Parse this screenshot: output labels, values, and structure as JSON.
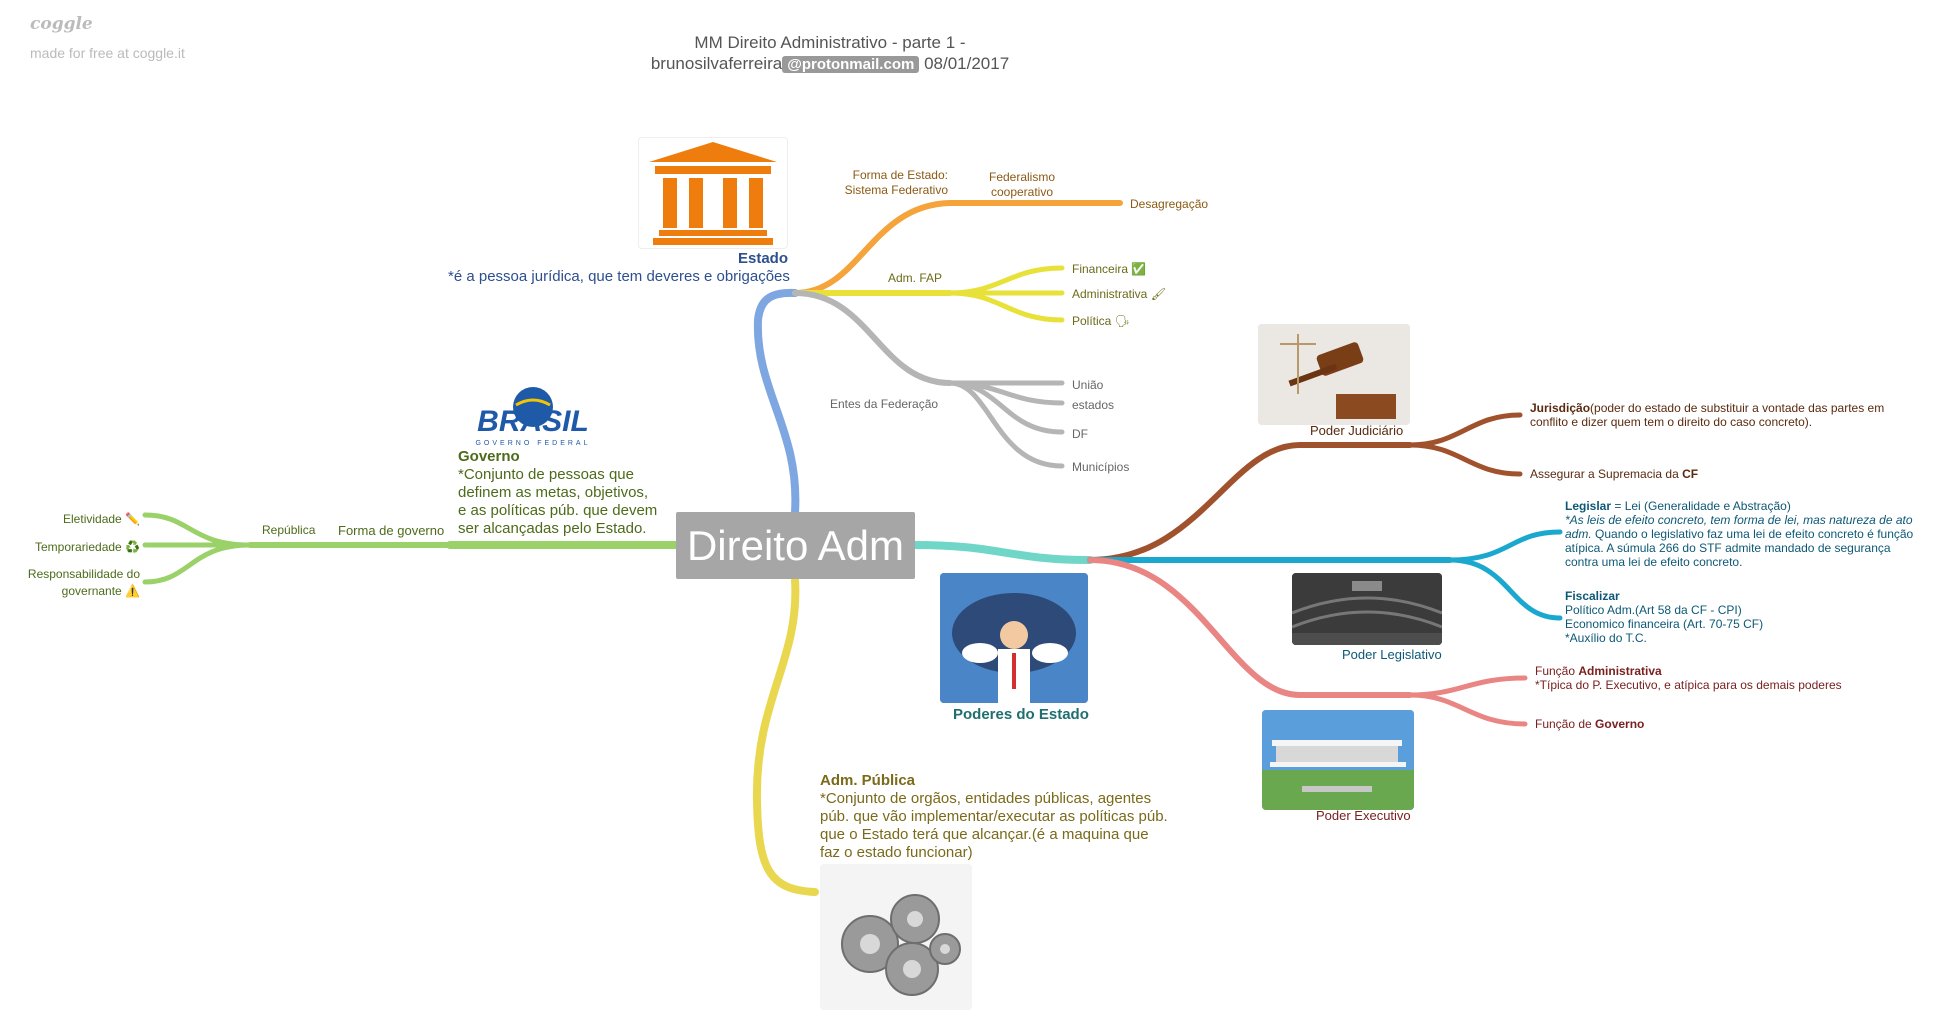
{
  "brand": {
    "name": "coggle",
    "tagline": "made for free at coggle.it"
  },
  "title": {
    "line1": "MM Direito Administrativo - parte 1 -",
    "user": "brunosilvaferreira",
    "email": "@protonmail.com",
    "date": "08/01/2017"
  },
  "central": {
    "label": "Direito Adm"
  },
  "colors": {
    "estado": "#f5a33b",
    "fap": "#e7e13a",
    "entes": "#b5b5b5",
    "blue": "#7ea6e0",
    "governo": "#9bd169",
    "adm": "#e9d84f",
    "teal": "#6fd6c8",
    "judiciario": "#a0522d",
    "legislativo": "#1aa8cf",
    "executivo": "#e98582"
  },
  "estado": {
    "heading": "Estado",
    "desc": "*é a pessoa jurídica, que tem deveres e obrigações",
    "forma_estado": "Forma de Estado:",
    "sistema": "Sistema Federativo",
    "federalismo1": "Federalismo",
    "federalismo2": "cooperativo",
    "desagregacao": "Desagregação",
    "adm_fap": "Adm. FAP",
    "fap_items": [
      "Financeira ✅",
      "Administrativa 🖌",
      "Política 🗣"
    ],
    "entes": "Entes da Federação",
    "entes_items": [
      "União",
      "estados",
      "DF",
      "Municípios"
    ]
  },
  "governo": {
    "logo_text": "BRASIL",
    "logo_sub": "GOVERNO FEDERAL",
    "heading": "Governo",
    "desc": [
      "*Conjunto de pessoas que",
      "definem as metas, objetivos,",
      "e as políticas púb. que devem",
      "ser alcançadas pelo Estado."
    ],
    "forma": "Forma de governo",
    "republica": "República",
    "items": [
      "Eletividade ✏️",
      "Temporariedade ♻️",
      "Responsabilidade do",
      "governante ⚠️"
    ]
  },
  "adm_publica": {
    "heading": "Adm. Pública",
    "desc": [
      "*Conjunto de orgãos, entidades públicas, agentes",
      "púb. que vão implementar/executar as políticas púb.",
      "que o Estado terá que alcançar.(é a maquina que",
      "faz o estado funcionar)"
    ]
  },
  "poderes": {
    "heading": "Poderes do Estado",
    "judiciario": {
      "label": "Poder Judiciário",
      "juris_bold": "Jurisdição",
      "juris_text1": "(poder do estado de substituir a vontade das partes em",
      "juris_text2": "conflito e dizer quem tem o direito do caso concreto).",
      "assegurar": "Assegurar a Supremacia da ",
      "cf": "CF"
    },
    "legislativo": {
      "label": "Poder Legislativo",
      "legislar_bold": "Legislar",
      "legislar_text": " = Lei (Generalidade e Abstração)",
      "lines": [
        "*As leis de efeito concreto, tem forma de lei, mas natureza de ato",
        "adm.",
        " Quando o legislativo faz uma lei de efeito concreto é função",
        "atípica. A súmula 266 do STF admite mandado de segurança",
        "contra uma lei de efeito concreto."
      ],
      "fiscalizar_bold": "Fiscalizar",
      "fiscalizar_lines": [
        "Político Adm.(Art 58 da CF - CPI)",
        "Economico financeira (Art. 70-75 CF)",
        "*Auxílio do T.C."
      ]
    },
    "executivo": {
      "label": "Poder Executivo",
      "funcao": "Função ",
      "administrativa": "Administrativa",
      "tipica": "*Típica do P. Executivo, e atípica para os demais poderes",
      "funcao_de": "Função de ",
      "governo": "Governo"
    }
  }
}
